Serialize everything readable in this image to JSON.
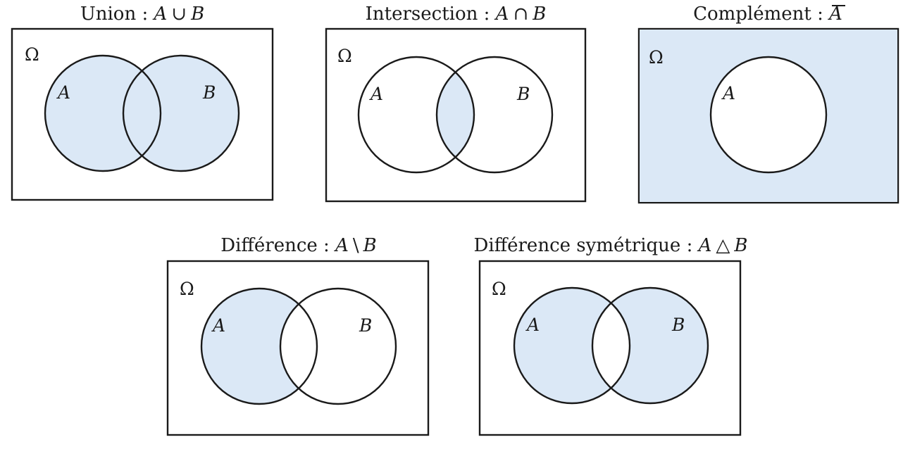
{
  "omega": "Ω",
  "set_a": "A",
  "set_b": "B",
  "shade_color": "#dbe8f6",
  "diagrams": {
    "union": {
      "title_text": "Union : ",
      "title_a": "A",
      "title_op": "∪",
      "title_b": "B",
      "shaded_region": "A ∪ B"
    },
    "intersection": {
      "title_text": "Intersection : ",
      "title_a": "A",
      "title_op": "∩",
      "title_b": "B",
      "shaded_region": "A ∩ B"
    },
    "complement": {
      "title_text": "Complément : ",
      "title_a": "A",
      "shaded_region": "Ω minus A"
    },
    "difference": {
      "title_text": "Différence : ",
      "title_a": "A",
      "title_op": "\\",
      "title_b": "B",
      "shaded_region": "A minus B"
    },
    "symmetric_difference": {
      "title_text": "Différence symétrique : ",
      "title_a": "A",
      "title_op": "△",
      "title_b": "B",
      "shaded_region": "A △ B"
    }
  }
}
